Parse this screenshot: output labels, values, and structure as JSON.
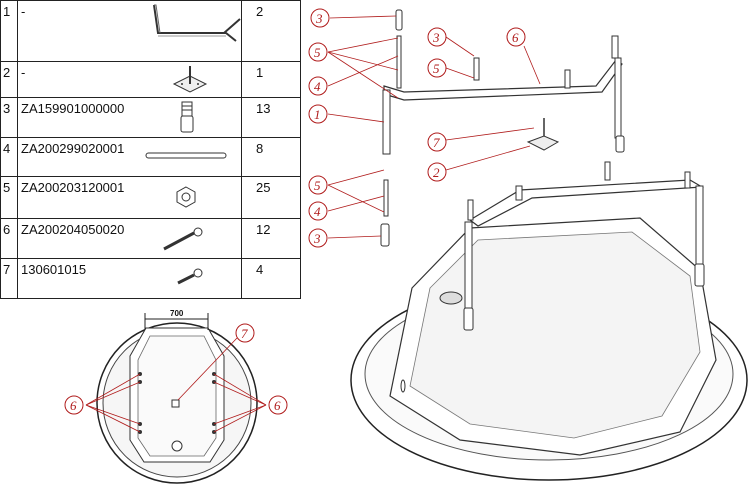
{
  "parts": [
    {
      "no": "1",
      "code": "-",
      "qty": "2",
      "icon": "frame-leg-icon"
    },
    {
      "no": "2",
      "code": "-",
      "qty": "1",
      "icon": "mounting-plate-icon"
    },
    {
      "no": "3",
      "code": "ZA159901000000",
      "qty": "13",
      "icon": "adjustable-foot-icon"
    },
    {
      "no": "4",
      "code": "ZA200299020001",
      "qty": "8",
      "icon": "threaded-rod-icon"
    },
    {
      "no": "5",
      "code": "ZA200203120001",
      "qty": "25",
      "icon": "hex-nut-icon"
    },
    {
      "no": "6",
      "code": "ZA200204050020",
      "qty": "12",
      "icon": "long-screw-icon"
    },
    {
      "no": "7",
      "code": "130601015",
      "qty": "4",
      "icon": "short-screw-icon"
    }
  ],
  "top_view": {
    "dimension": "700",
    "callouts": [
      "6",
      "6",
      "7"
    ]
  },
  "assembly_callouts": {
    "left": [
      "3",
      "5",
      "4",
      "1",
      "5",
      "4",
      "3"
    ],
    "center": [
      "3",
      "5",
      "6",
      "7",
      "2"
    ]
  },
  "colors": {
    "callout": "#b01c1c",
    "line": "#222222"
  }
}
